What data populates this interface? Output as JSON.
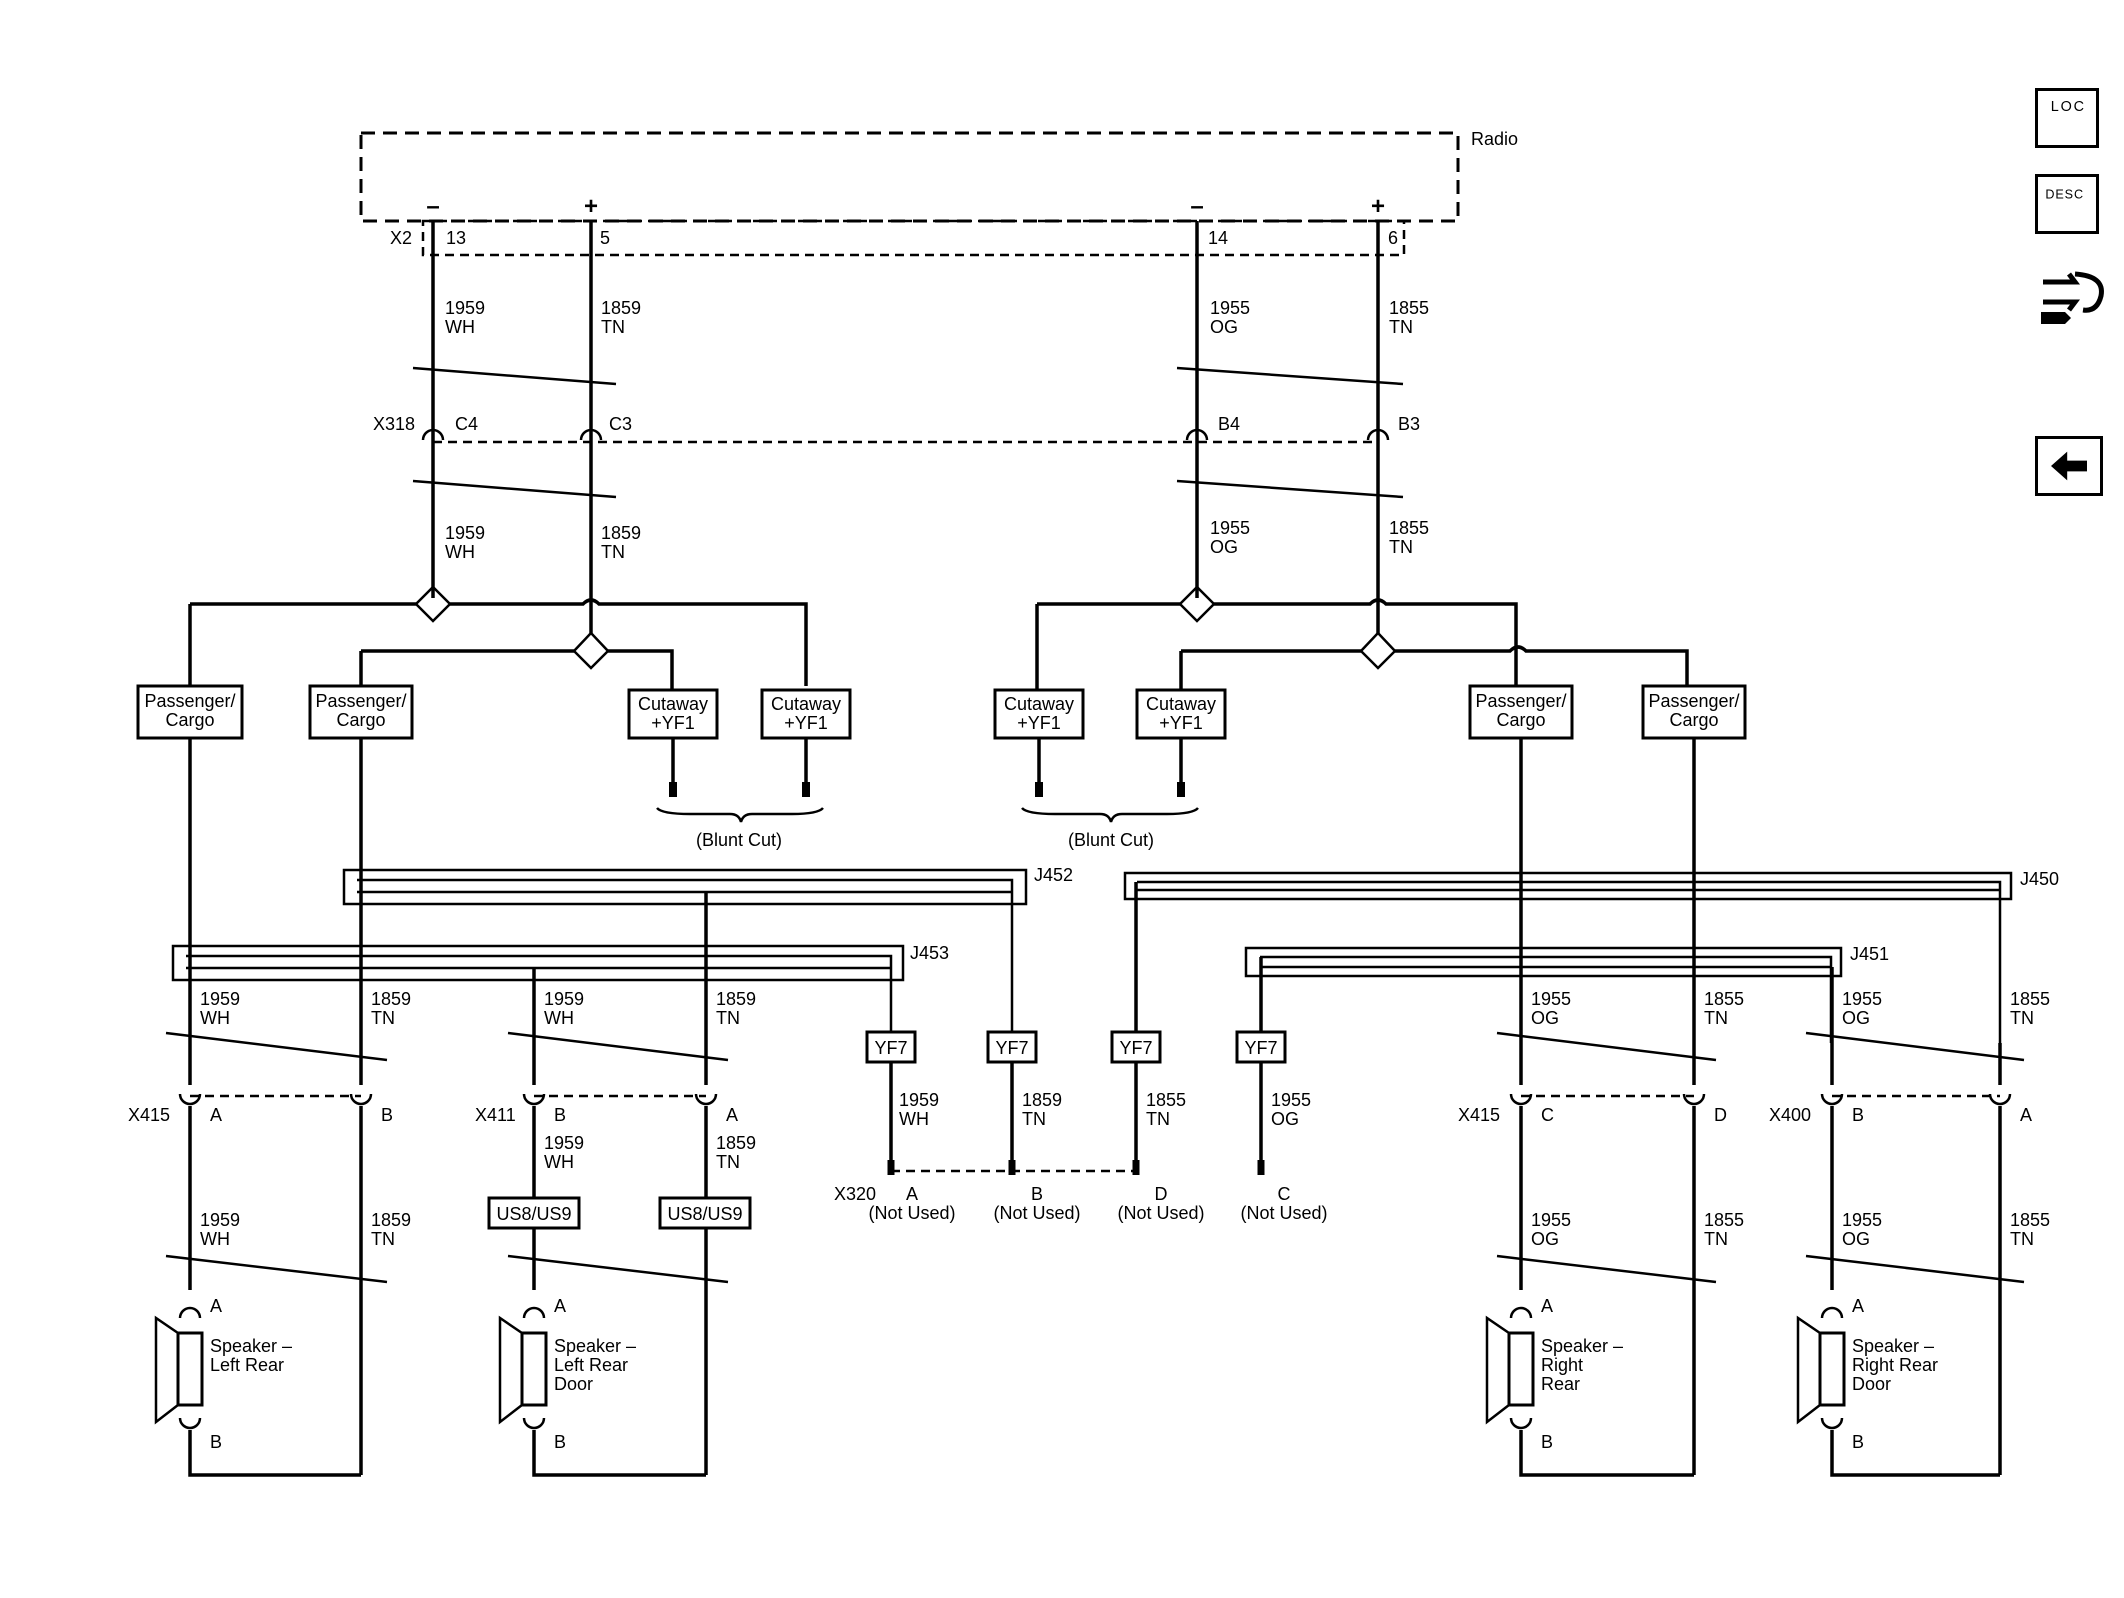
{
  "radio": {
    "label": "Radio",
    "connector": "X2",
    "pins": [
      {
        "sign": "–",
        "num": "13"
      },
      {
        "sign": "+",
        "num": "5"
      },
      {
        "sign": "–",
        "num": "14"
      },
      {
        "sign": "+",
        "num": "6"
      }
    ]
  },
  "wires_top": [
    {
      "circuit": "1959",
      "color": "WH"
    },
    {
      "circuit": "1859",
      "color": "TN"
    },
    {
      "circuit": "1955",
      "color": "OG"
    },
    {
      "circuit": "1855",
      "color": "TN"
    }
  ],
  "x318": {
    "label": "X318",
    "pins": [
      "C4",
      "C3",
      "B4",
      "B3"
    ]
  },
  "wires_mid": [
    {
      "circuit": "1959",
      "color": "WH"
    },
    {
      "circuit": "1859",
      "color": "TN"
    },
    {
      "circuit": "1955",
      "color": "OG"
    },
    {
      "circuit": "1855",
      "color": "TN"
    }
  ],
  "options": {
    "passenger_cargo": [
      "Passenger/",
      "Cargo"
    ],
    "cutaway": [
      "Cutaway",
      "+YF1"
    ],
    "blunt_cut": "(Blunt Cut)"
  },
  "splices": [
    "J452",
    "J453",
    "J450",
    "J451"
  ],
  "lower_wires": [
    {
      "circuit": "1959",
      "color": "WH"
    },
    {
      "circuit": "1859",
      "color": "TN"
    },
    {
      "circuit": "1959",
      "color": "WH"
    },
    {
      "circuit": "1859",
      "color": "TN"
    },
    {
      "circuit": "1955",
      "color": "OG"
    },
    {
      "circuit": "1855",
      "color": "TN"
    },
    {
      "circuit": "1955",
      "color": "OG"
    },
    {
      "circuit": "1855",
      "color": "TN"
    }
  ],
  "yf7": {
    "label": "YF7",
    "wires": [
      {
        "circuit": "1959",
        "color": "WH"
      },
      {
        "circuit": "1859",
        "color": "TN"
      },
      {
        "circuit": "1855",
        "color": "TN"
      },
      {
        "circuit": "1955",
        "color": "OG"
      }
    ]
  },
  "x320": {
    "label": "X320",
    "pins": [
      "A",
      "B",
      "D",
      "C"
    ],
    "note": "(Not Used)"
  },
  "connectors": {
    "x415_left": {
      "label": "X415",
      "pins": [
        "A",
        "B"
      ]
    },
    "x411": {
      "label": "X411",
      "pins": [
        "B",
        "A"
      ]
    },
    "x415_right": {
      "label": "X415",
      "pins": [
        "C",
        "D"
      ]
    },
    "x400": {
      "label": "X400",
      "pins": [
        "B",
        "A"
      ]
    }
  },
  "us8": "US8/US9",
  "x411_wires": [
    {
      "circuit": "1959",
      "color": "WH"
    },
    {
      "circuit": "1859",
      "color": "TN"
    }
  ],
  "speaker_wires": [
    {
      "circuit": "1959",
      "color": "WH"
    },
    {
      "circuit": "1859",
      "color": "TN"
    },
    {
      "circuit": "1955",
      "color": "OG"
    },
    {
      "circuit": "1855",
      "color": "TN"
    },
    {
      "circuit": "1955",
      "color": "OG"
    },
    {
      "circuit": "1855",
      "color": "TN"
    }
  ],
  "speakers": [
    {
      "lines": [
        "Speaker –",
        "Left Rear"
      ]
    },
    {
      "lines": [
        "Speaker –",
        "Left Rear",
        "Door"
      ]
    },
    {
      "lines": [
        "Speaker –",
        "Right",
        "Rear"
      ]
    },
    {
      "lines": [
        "Speaker –",
        "Right Rear",
        "Door"
      ]
    }
  ],
  "speaker_pins": [
    "A",
    "B"
  ],
  "nav": {
    "loc": "LOC",
    "desc": "DESC",
    "connector_icon": "connector-tool-icon",
    "back_icon": "back-arrow-icon"
  }
}
